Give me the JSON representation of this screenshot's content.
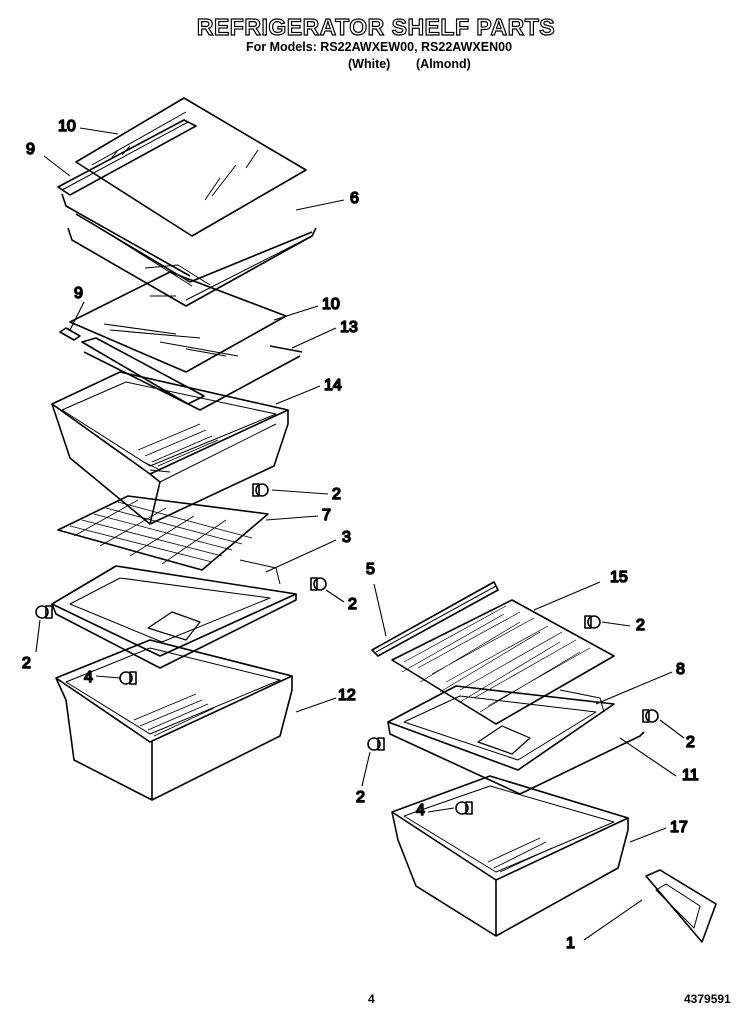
{
  "header": {
    "title": "REFRIGERATOR SHELF PARTS",
    "models_line": "For Models: RS22AWXEW00, RS22AWXEN00",
    "variant_white": "(White)",
    "variant_almond": "(Almond)"
  },
  "callouts": [
    "10",
    "9",
    "6",
    "9",
    "10",
    "13",
    "14",
    "2",
    "7",
    "3",
    "2",
    "2",
    "4",
    "12",
    "5",
    "15",
    "2",
    "8",
    "2",
    "11",
    "2",
    "4",
    "17",
    "1"
  ],
  "footer": {
    "page_number": "4",
    "part_number": "4379591"
  }
}
